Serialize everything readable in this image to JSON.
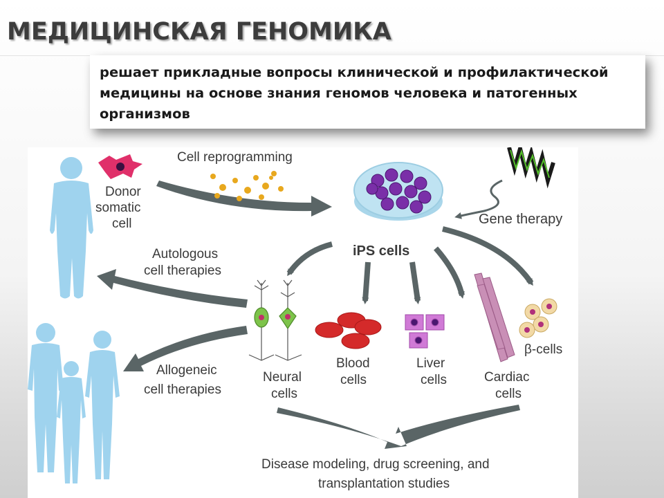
{
  "slide": {
    "title": "МЕДИЦИНСКАЯ ГЕНОМИКА",
    "definition": "решает прикладные вопросы клинической и профилактической медицины на основе знания геномов человека и патогенных организмов"
  },
  "diagram": {
    "labels": {
      "cell_reprogramming": "Cell reprogramming",
      "donor_1": "Donor",
      "donor_2": "somatic",
      "donor_3": "cell",
      "ips_cells": "iPS cells",
      "gene_therapy": "Gene therapy",
      "auto_1": "Autologous",
      "auto_2": "cell therapies",
      "allo_1": "Allogeneic",
      "allo_2": "cell therapies",
      "neural_1": "Neural",
      "neural_2": "cells",
      "blood_1": "Blood",
      "blood_2": "cells",
      "liver_1": "Liver",
      "liver_2": "cells",
      "cardiac_1": "Cardiac",
      "cardiac_2": "cells",
      "beta": "β-cells",
      "outcome_1": "Disease modeling, drug screening, and",
      "outcome_2": "transplantation studies"
    },
    "colors": {
      "human": "#9fd3ee",
      "arrow": "#5a6566",
      "ips_cell": "#7a2fa8",
      "dish": "#bfe3f2",
      "blood": "#d42a2a",
      "liver": "#d07ad6",
      "cardiac": "#c98fb6",
      "beta": "#f2d9a6",
      "neural_body": "#7dc34a",
      "reprog_dots": "#e8a81e",
      "donor_cell": "#e0306a",
      "dna": "#1a1a1a",
      "dna_green": "#55c12b"
    }
  }
}
